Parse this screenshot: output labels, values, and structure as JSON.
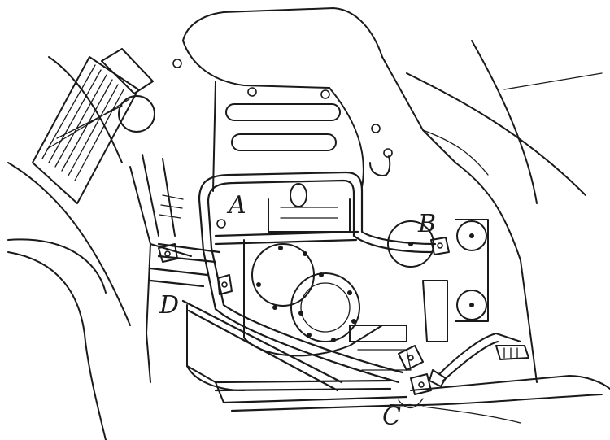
{
  "labels": {
    "a": "A",
    "b": "B",
    "c": "C",
    "d": "D"
  },
  "colors": {
    "ink": "#1a1a1a",
    "paper": "#ffffff"
  }
}
